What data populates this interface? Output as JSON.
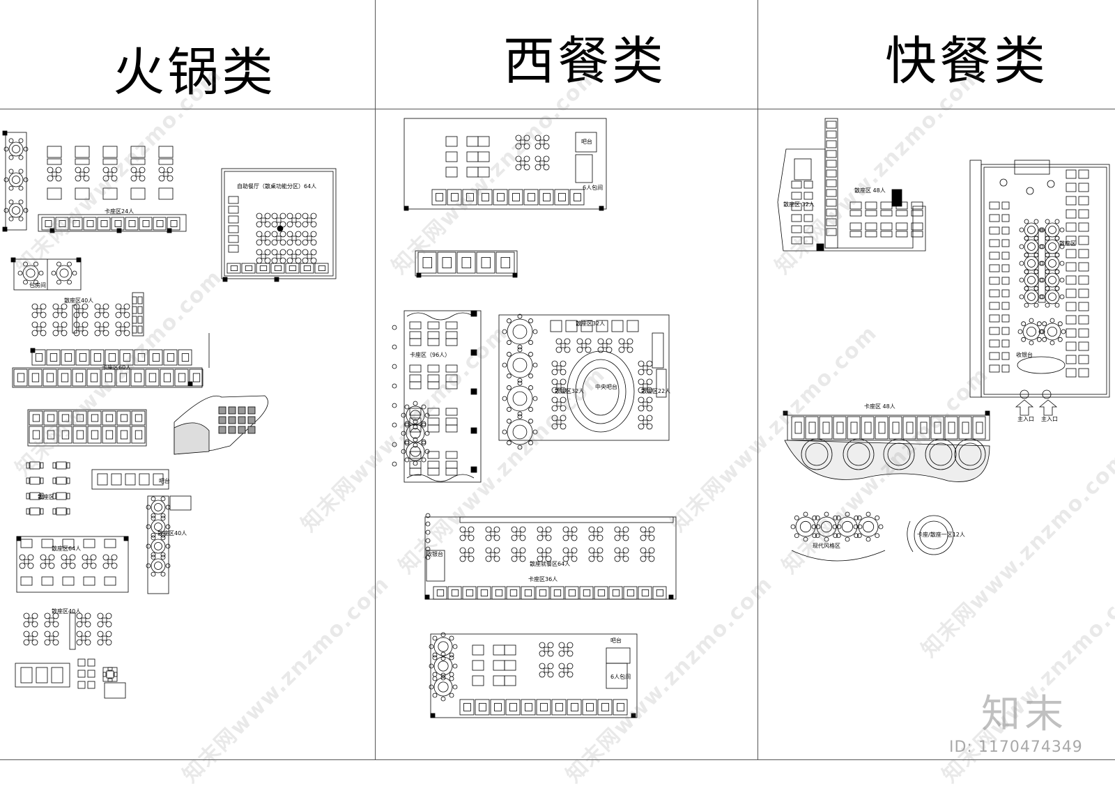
{
  "columns": [
    {
      "title": "火锅类"
    },
    {
      "title": "西餐类"
    },
    {
      "title": "快餐类"
    }
  ],
  "hotpot_labels": {
    "booth24": "卡座区24人",
    "private_room": "包房间",
    "hall40a": "散座区40人",
    "booth60": "卡座区60人",
    "hall_area": "散座区",
    "lounge": "自助餐厅（散桌功能分区）64人",
    "hall40b": "散座区40人",
    "hall64": "散座区64人",
    "hall40c": "散座区40人",
    "bar": "吧台"
  },
  "western_labels": {
    "booth96": "卡座区（96人）",
    "hall32a": "散座区32人",
    "hall32b": "散座区32人",
    "hall22": "散座区22人",
    "central_bar": "中央吧台",
    "hall64": "散座就餐区64人",
    "booth36": "卡座区36人",
    "cashier": "收银台",
    "bar_a": "吧台",
    "bar_b": "吧台",
    "private_a": "6人包间",
    "private_b": "6人包间"
  },
  "fastfood_labels": {
    "hall32": "散座区 32人",
    "hall48": "散座区 48人",
    "area_a": "散座区",
    "booth48": "卡座区 48人",
    "modern": "现代风格区",
    "modern2": "卡座/散座一区12人",
    "entrance_a": "主入口",
    "entrance_b": "主入口",
    "cashier": "收银台"
  },
  "watermark": "知末网www.znzmo.com",
  "brand": "知末",
  "id_text": "ID: 1170474349"
}
